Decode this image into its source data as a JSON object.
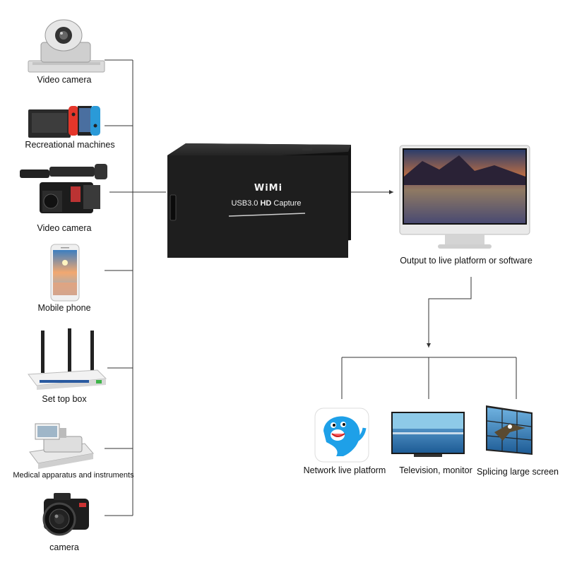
{
  "sources": [
    {
      "label": "Video camera",
      "icon": "ptz-camera-icon"
    },
    {
      "label": "Recreational machines",
      "icon": "game-console-icon"
    },
    {
      "label": "Video camera",
      "icon": "camcorder-icon"
    },
    {
      "label": "Mobile phone",
      "icon": "mobile-phone-icon"
    },
    {
      "label": "Set top box",
      "icon": "router-icon"
    },
    {
      "label": "Medical apparatus and instruments",
      "icon": "medical-device-icon"
    },
    {
      "label": "camera",
      "icon": "dslr-camera-icon"
    }
  ],
  "device": {
    "brand": "WiMi",
    "model": "USB3.0 HD Capture",
    "model_prefix": "USB3.0 ",
    "model_bold": "HD",
    "model_suffix": " Capture",
    "icon": "capture-card-icon"
  },
  "output": {
    "label": "Output to live platform or software",
    "icon": "monitor-icon"
  },
  "destinations": [
    {
      "label": "Network live platform",
      "icon": "dolphin-icon"
    },
    {
      "label": "Television, monitor",
      "icon": "television-icon"
    },
    {
      "label": "Splicing large screen",
      "icon": "video-wall-icon"
    }
  ],
  "colors": {
    "line": "#333333",
    "device_body": "#1e1e1e",
    "device_text": "#f2f2f2"
  }
}
